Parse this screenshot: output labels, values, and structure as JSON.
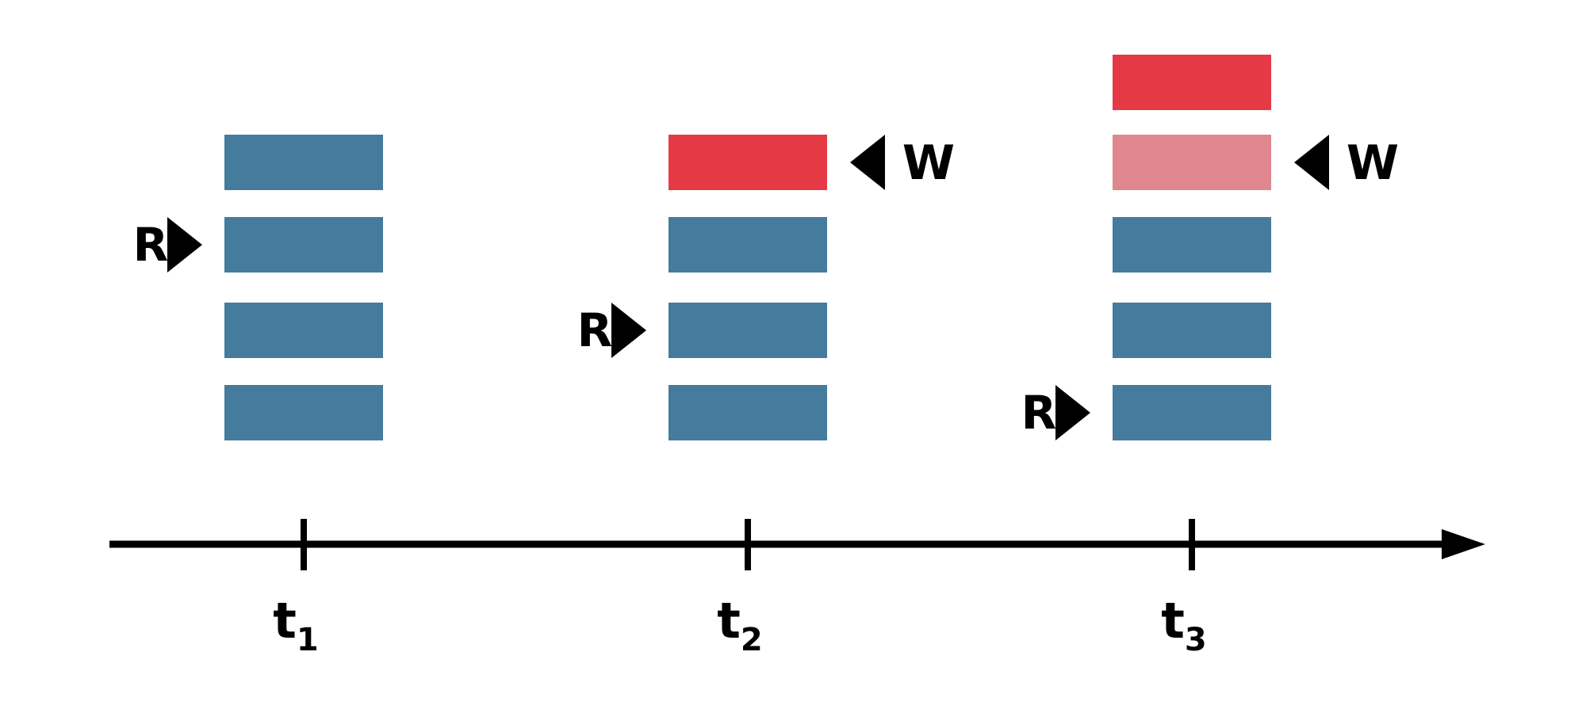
{
  "colors": {
    "background": "#ffffff",
    "buffer_entry": "#457b9d",
    "written_entry": "#e63946",
    "previous_write": "#e0868e",
    "stroke": "#000000"
  },
  "icons": {
    "read_pointer": "right-pointing-triangle",
    "write_pointer": "left-pointing-triangle",
    "axis_end": "arrow-head"
  },
  "read_label": "R",
  "write_label": "W",
  "frames": [
    {
      "time_label": "t",
      "time_subscript": "1",
      "slots": [
        "filled",
        "filled",
        "filled",
        "filled"
      ],
      "read_slot": 1,
      "write_slot": null
    },
    {
      "time_label": "t",
      "time_subscript": "2",
      "slots": [
        "written",
        "filled",
        "filled",
        "filled"
      ],
      "read_slot": 2,
      "write_slot": 0
    },
    {
      "time_label": "t",
      "time_subscript": "3",
      "slots": [
        "written",
        "previous-write",
        "filled",
        "filled",
        "filled"
      ],
      "read_slot": 4,
      "write_slot": 1
    }
  ]
}
